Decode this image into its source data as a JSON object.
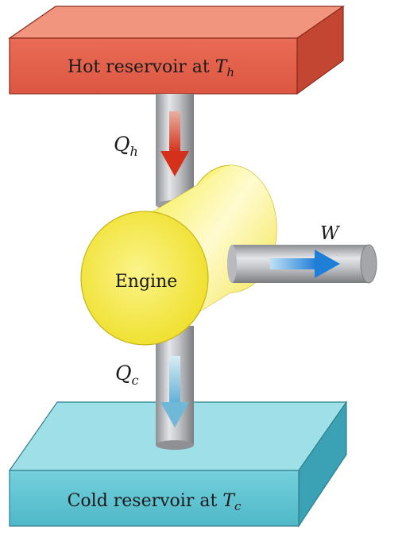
{
  "hot_reservoir": {
    "label": "Hot reservoir at",
    "temp_symbol": "T",
    "temp_subscript": "h",
    "color": "#e8604a"
  },
  "cold_reservoir": {
    "label": "Cold reservoir at",
    "temp_symbol": "T",
    "temp_subscript": "c",
    "color": "#5ec4d2"
  },
  "engine": {
    "label": "Engine",
    "color": "#f2e631"
  },
  "heat_in": {
    "symbol": "Q",
    "subscript": "h",
    "arrow_color": "#d93a1c"
  },
  "heat_out": {
    "symbol": "Q",
    "subscript": "c",
    "arrow_color": "#6fb8d8"
  },
  "work": {
    "symbol": "W",
    "arrow_color": "#2f86d8"
  }
}
